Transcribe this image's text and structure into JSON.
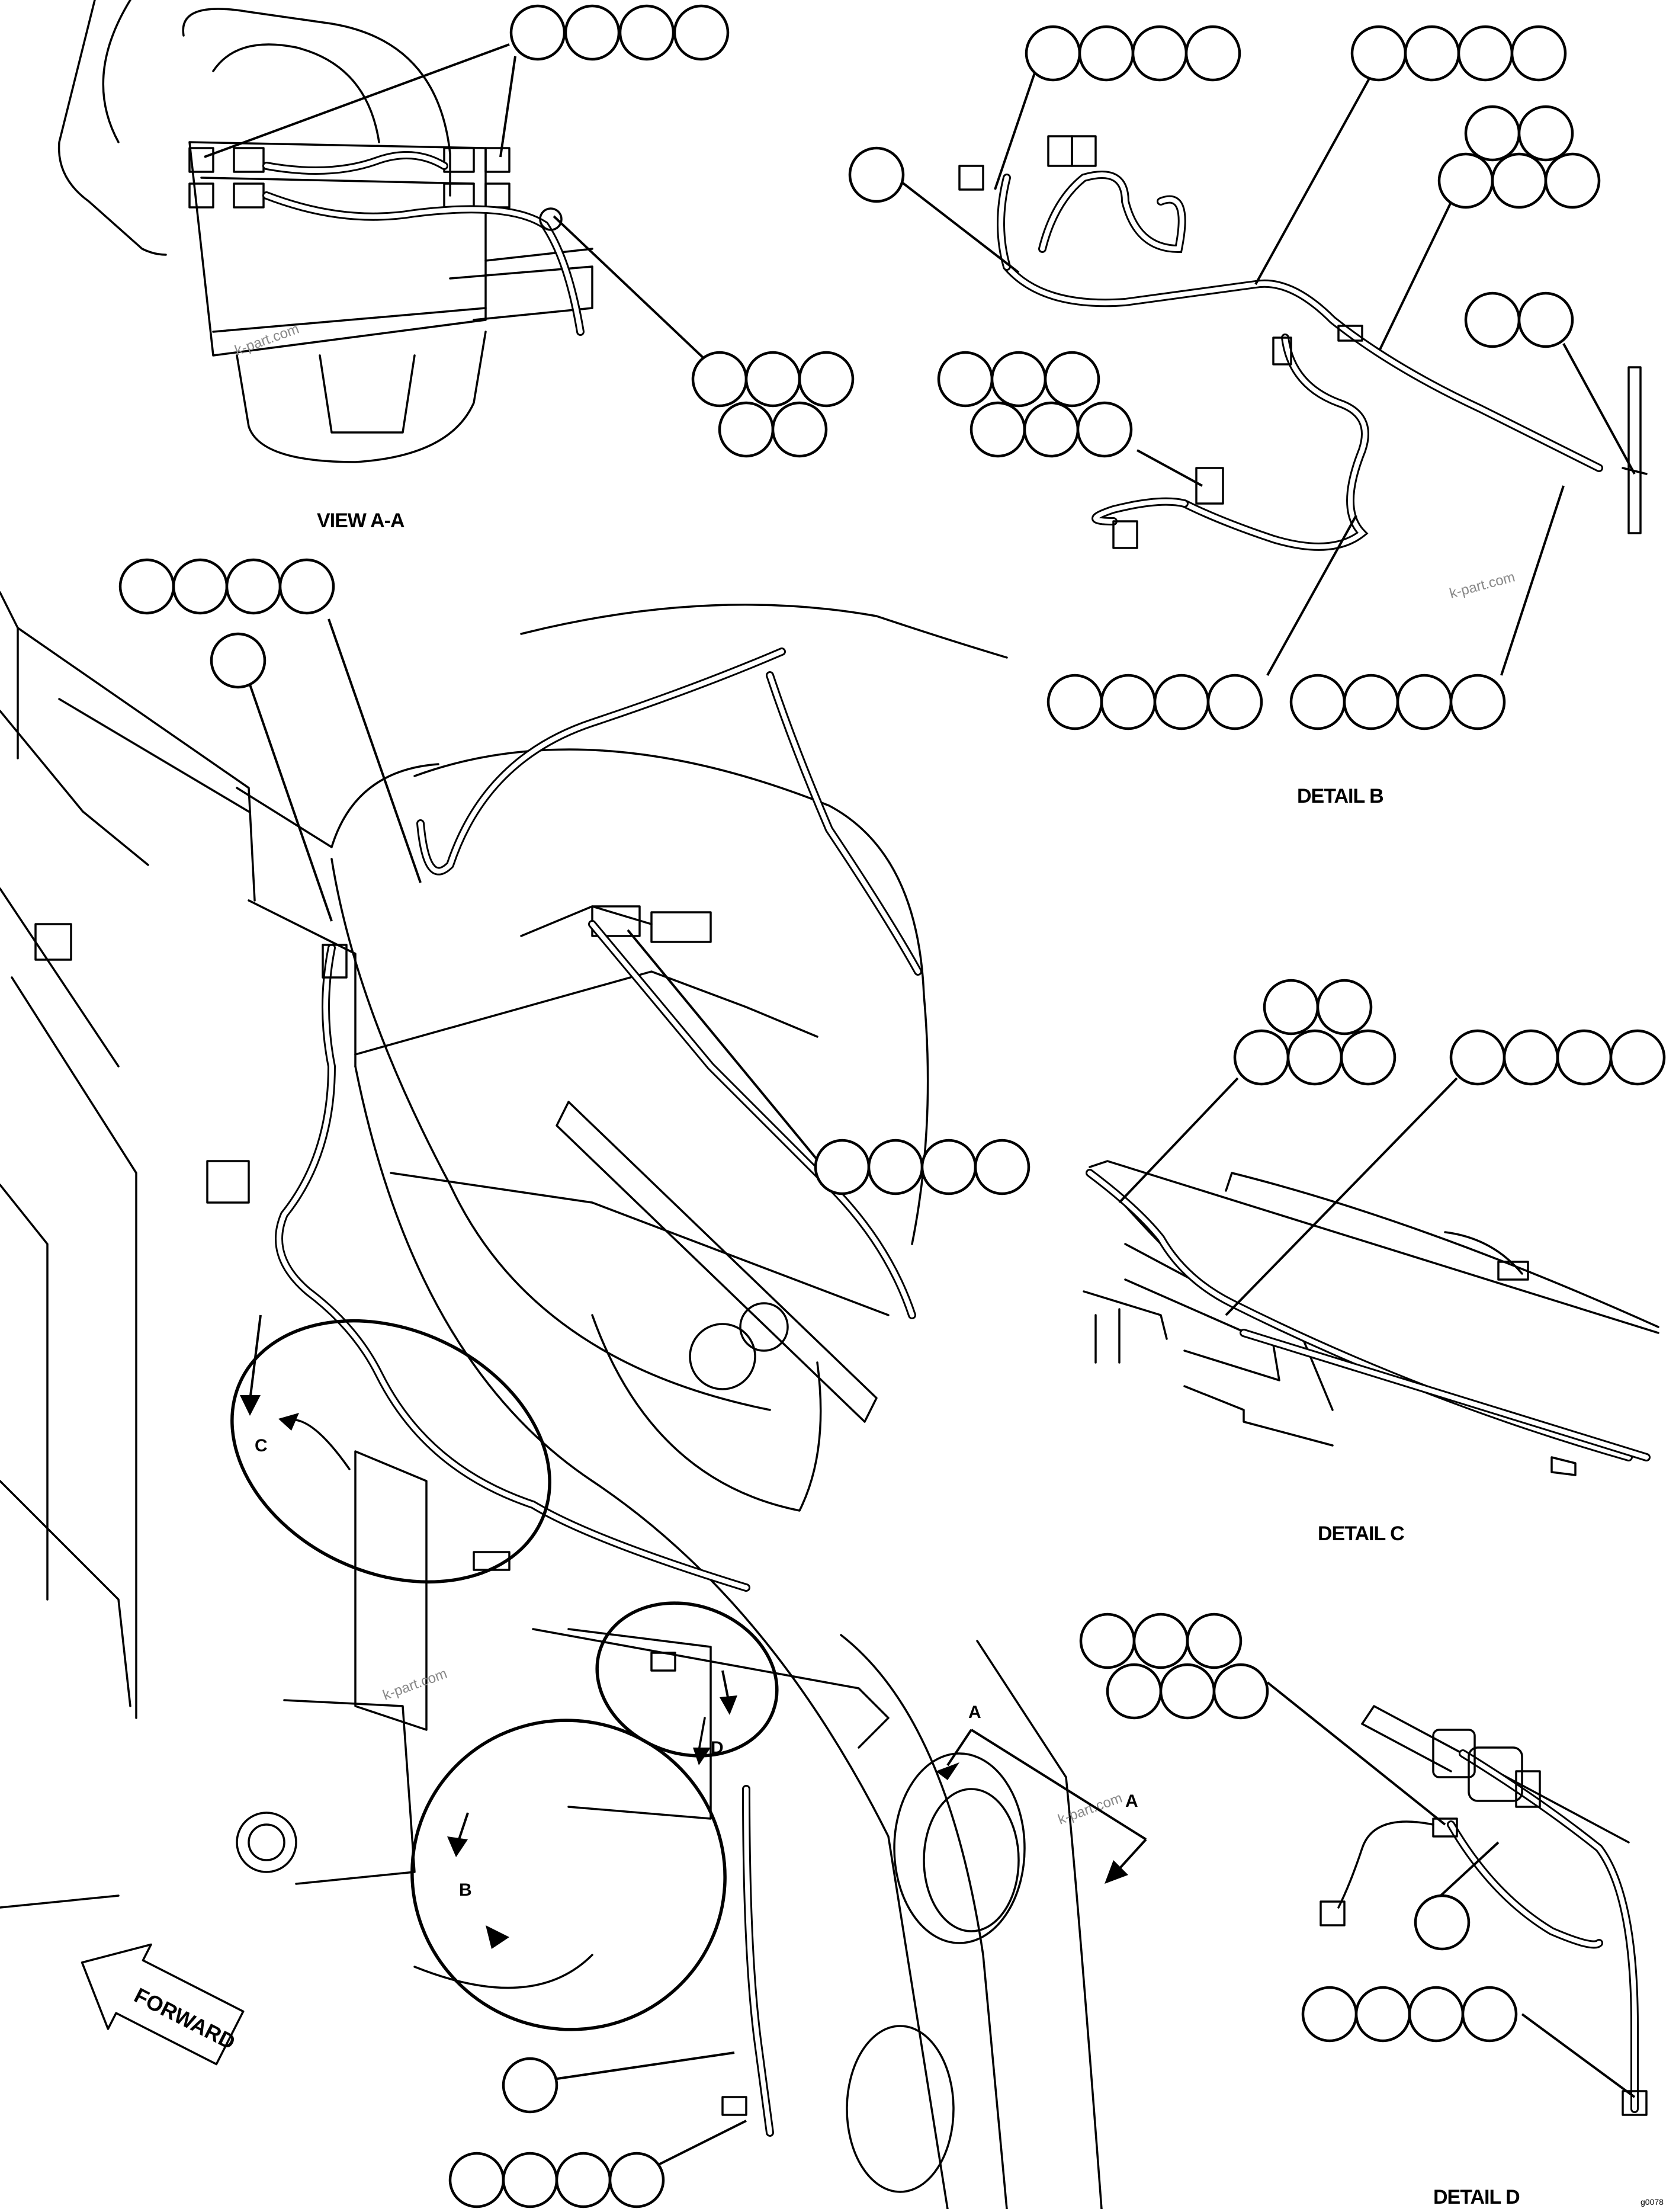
{
  "captions": {
    "view_aa": "VIEW A-A",
    "detail_b": "DETAIL B",
    "detail_c": "DETAIL C",
    "detail_d": "DETAIL D"
  },
  "forward_label": "FORWARD",
  "section_marks": {
    "a_top": "A",
    "a_bottom": "A",
    "b": "B",
    "c": "C",
    "d": "D"
  },
  "watermark": "k-part.com",
  "figure_number": "g0078"
}
